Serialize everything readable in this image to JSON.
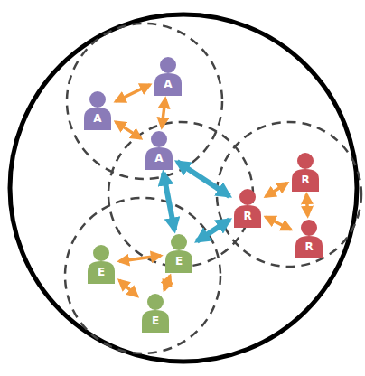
{
  "diagram": {
    "nodes": [
      {
        "text": [
          "A"
        ]
      },
      {
        "text": [
          "A"
        ]
      },
      {
        "text": [
          "A"
        ]
      },
      {
        "text": [
          "R"
        ]
      },
      {
        "text": [
          "R"
        ]
      },
      {
        "text": [
          "R"
        ]
      },
      {
        "text": [
          "E"
        ]
      },
      {
        "text": [
          "E"
        ]
      },
      {
        "text": [
          "E"
        ]
      }
    ],
    "edges": [
      {
        "from": 0,
        "to": 1,
        "arrow": "both"
      },
      {
        "from": 1,
        "to": 2,
        "arrow": "both"
      },
      {
        "from": 0,
        "to": 2,
        "arrow": "both"
      },
      {
        "from": 3,
        "to": 4,
        "arrow": "both"
      },
      {
        "from": 4,
        "to": 5,
        "arrow": "both"
      },
      {
        "from": 3,
        "to": 5,
        "arrow": "both"
      },
      {
        "from": 6,
        "to": 7,
        "arrow": "both"
      },
      {
        "from": 7,
        "to": 8,
        "arrow": "both"
      },
      {
        "from": 6,
        "to": 8,
        "arrow": "both"
      },
      {
        "from": 2,
        "to": 3,
        "arrow": "both"
      },
      {
        "from": 2,
        "to": 7,
        "arrow": "both"
      },
      {
        "from": 7,
        "to": 3,
        "arrow": "both"
      }
    ]
  }
}
